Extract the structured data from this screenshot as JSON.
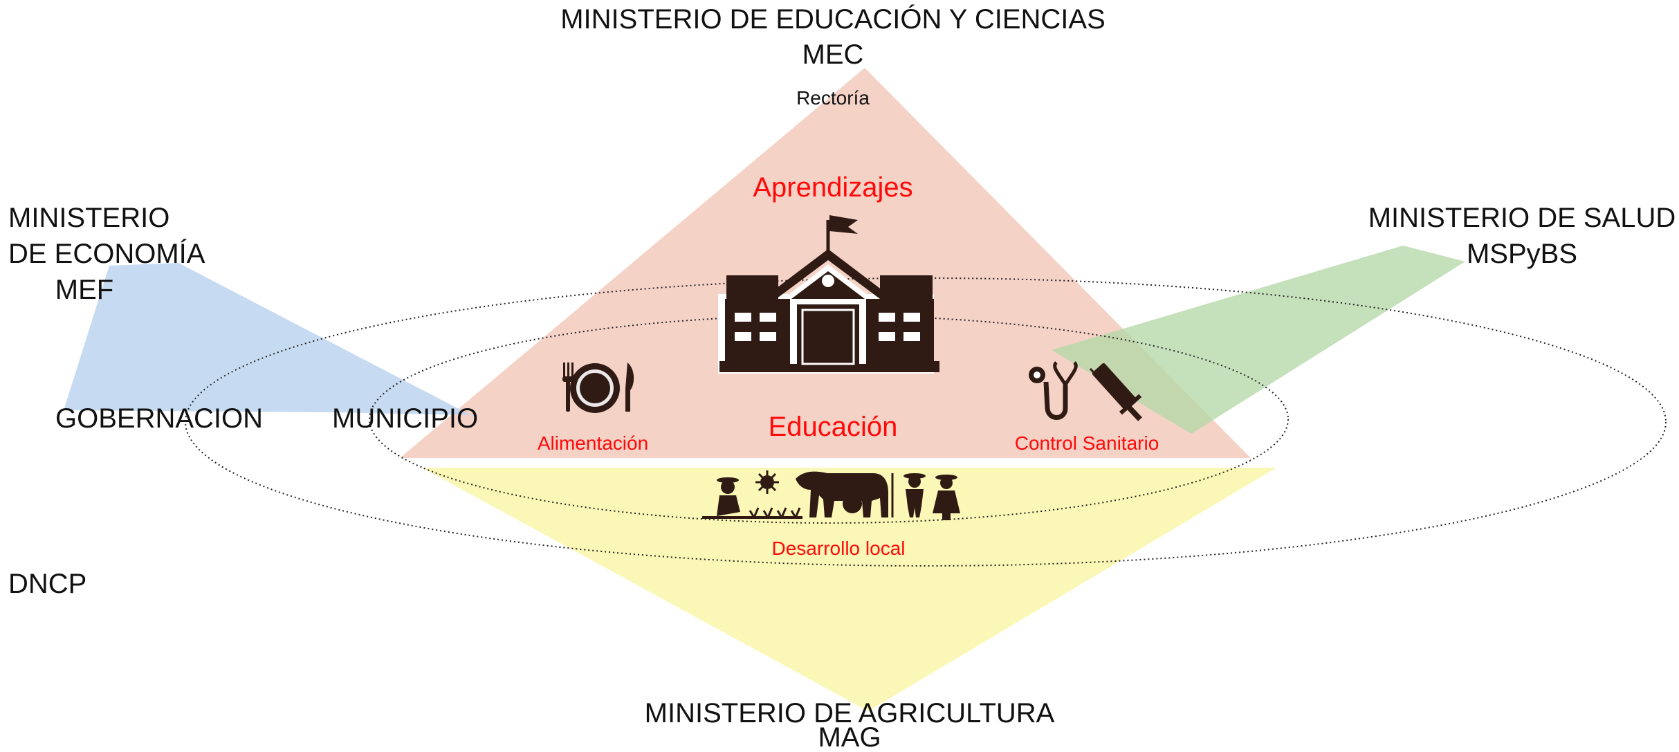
{
  "colors": {
    "education_triangle": "#f5d2c6",
    "agriculture_triangle": "#fbf7b6",
    "economy_shape": "#bcd5ef",
    "health_shape": "#b5d8a8",
    "highlight_text": "#ff0a0a",
    "icon": "#2f1a14"
  },
  "mec": {
    "line1": "MINISTERIO DE EDUCACIÓN Y CIENCIAS",
    "line2": "MEC",
    "role": "Rectoría"
  },
  "mef": {
    "line1": "MINISTERIO",
    "line2": "DE ECONOMÍA",
    "line3": "MEF"
  },
  "msp": {
    "line1": "MINISTERIO DE SALUD",
    "line2": "MSPyBS"
  },
  "mag": {
    "line1": "MINISTERIO DE AGRICULTURA",
    "line2": "MAG"
  },
  "left_labels": {
    "gobernacion": "GOBERNACION",
    "municipio": "MUNICIPIO",
    "dncp": "DNCP"
  },
  "center_labels": {
    "aprendizajes": "Aprendizajes",
    "educacion": "Educación",
    "alimentacion": "Alimentación",
    "control_sanitario": "Control Sanitario",
    "desarrollo_local": "Desarrollo local"
  },
  "icons": [
    "school-icon",
    "plate-cutlery-icon",
    "stethoscope-syringe-icon",
    "farming-livestock-icon"
  ]
}
